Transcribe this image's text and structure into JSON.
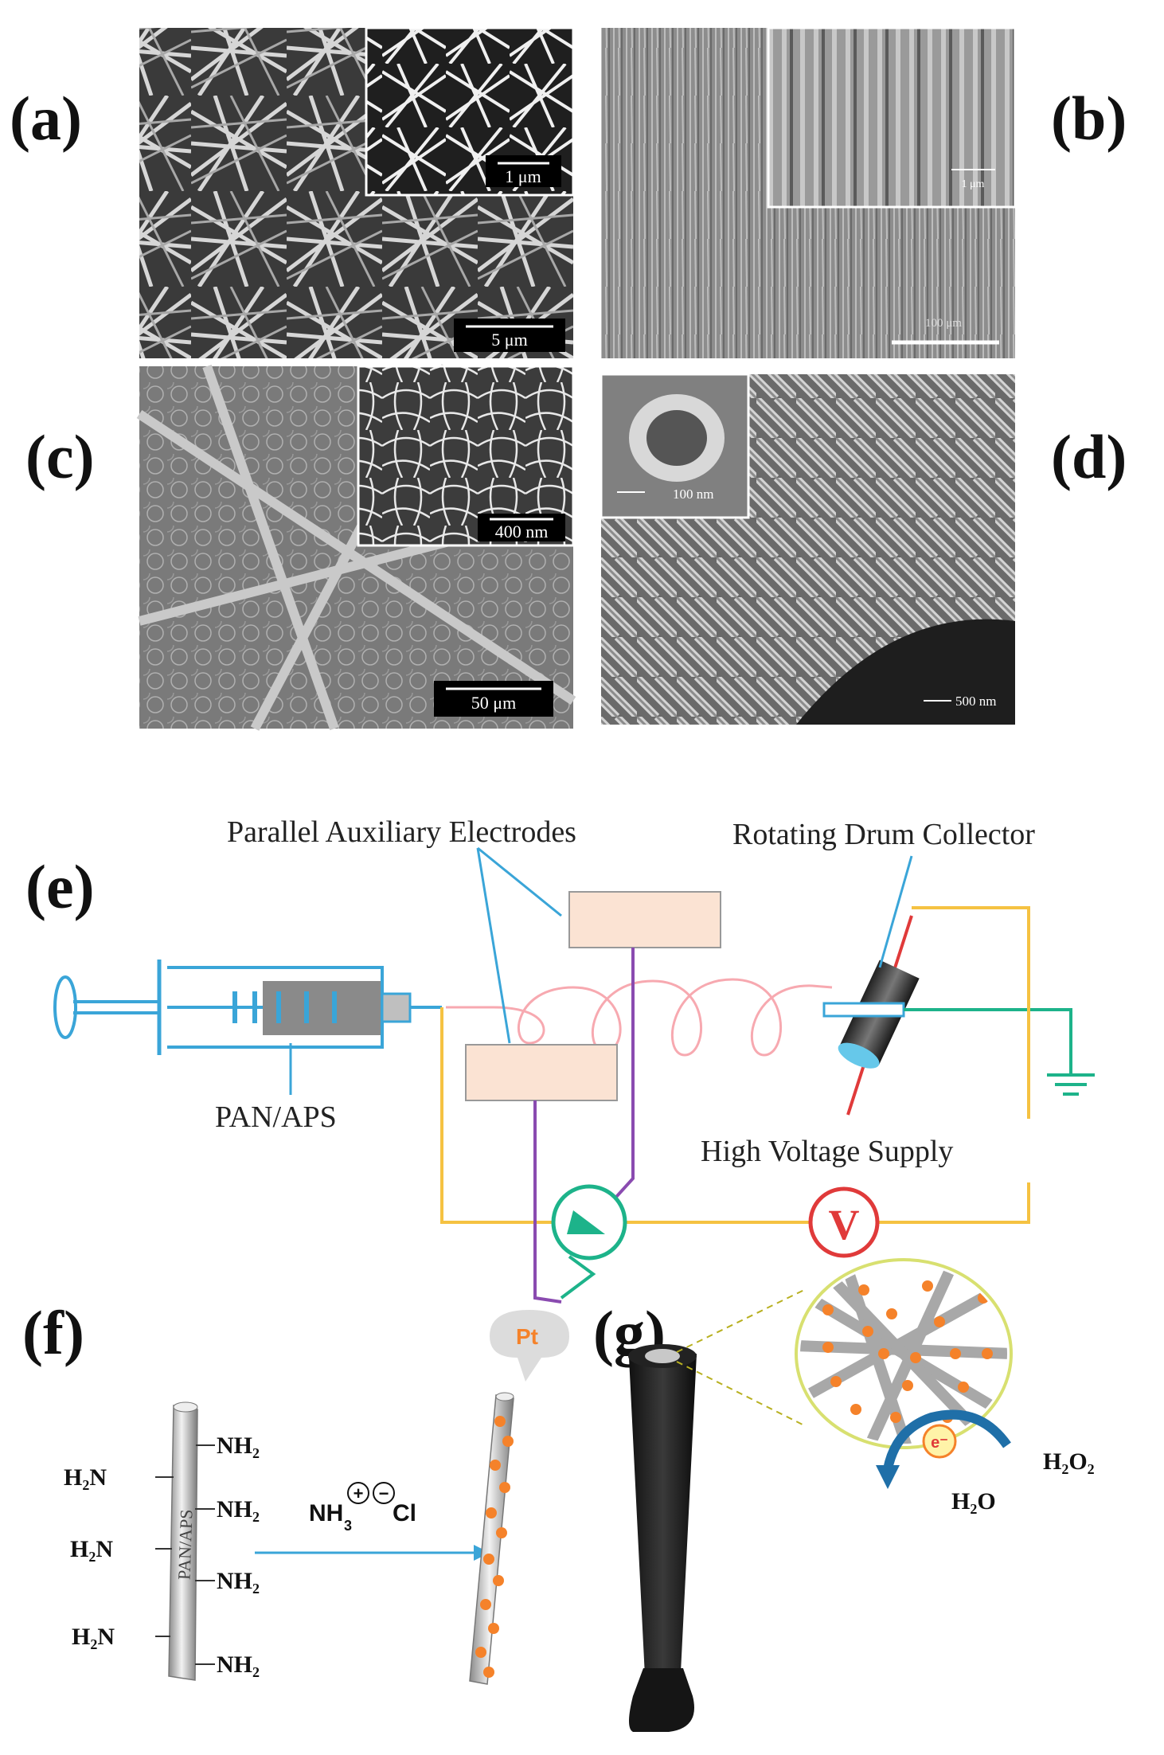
{
  "panels": {
    "a": {
      "label": "(a)",
      "scale_main": "5 μm",
      "scale_inset": "1 μm"
    },
    "b": {
      "label": "(b)",
      "scale_main": "100 μm",
      "scale_inset": "1 μm"
    },
    "c": {
      "label": "(c)",
      "scale_main": "50 μm",
      "scale_inset": "400 nm"
    },
    "d": {
      "label": "(d)",
      "scale_main": "500 nm",
      "scale_inset": "100 nm"
    },
    "e": {
      "label": "(e)"
    },
    "f": {
      "label": "(f)"
    },
    "g": {
      "label": "(g)"
    }
  },
  "setup": {
    "electrodes_label": "Parallel Auxiliary Electrodes",
    "collector_label": "Rotating Drum Collector",
    "solution_label": "PAN/APS",
    "supply_label": "High Voltage Supply",
    "voltmeter_symbol": "V"
  },
  "chemistry": {
    "amine_right": "NH₂",
    "amine_left": "H₂N",
    "fiber_text": "PAN/APS",
    "reagent_main": "NH",
    "reagent_sub": "3",
    "plus": "+",
    "minus": "−",
    "chloride": "Cl",
    "pt_label": "Pt",
    "electron": "e⁻",
    "h2o2": "H₂O₂",
    "h2o": "H₂O"
  },
  "colors": {
    "wire_yellow": "#f5c242",
    "wire_purple": "#8a4bb0",
    "wire_blue": "#3aa5d8",
    "ground_green": "#1db38a",
    "voltmeter_red": "#e03a3a",
    "pt_orange": "#f5822a",
    "electrode_fill": "#fbe3d3",
    "jet_pink": "#f7a9b0"
  }
}
